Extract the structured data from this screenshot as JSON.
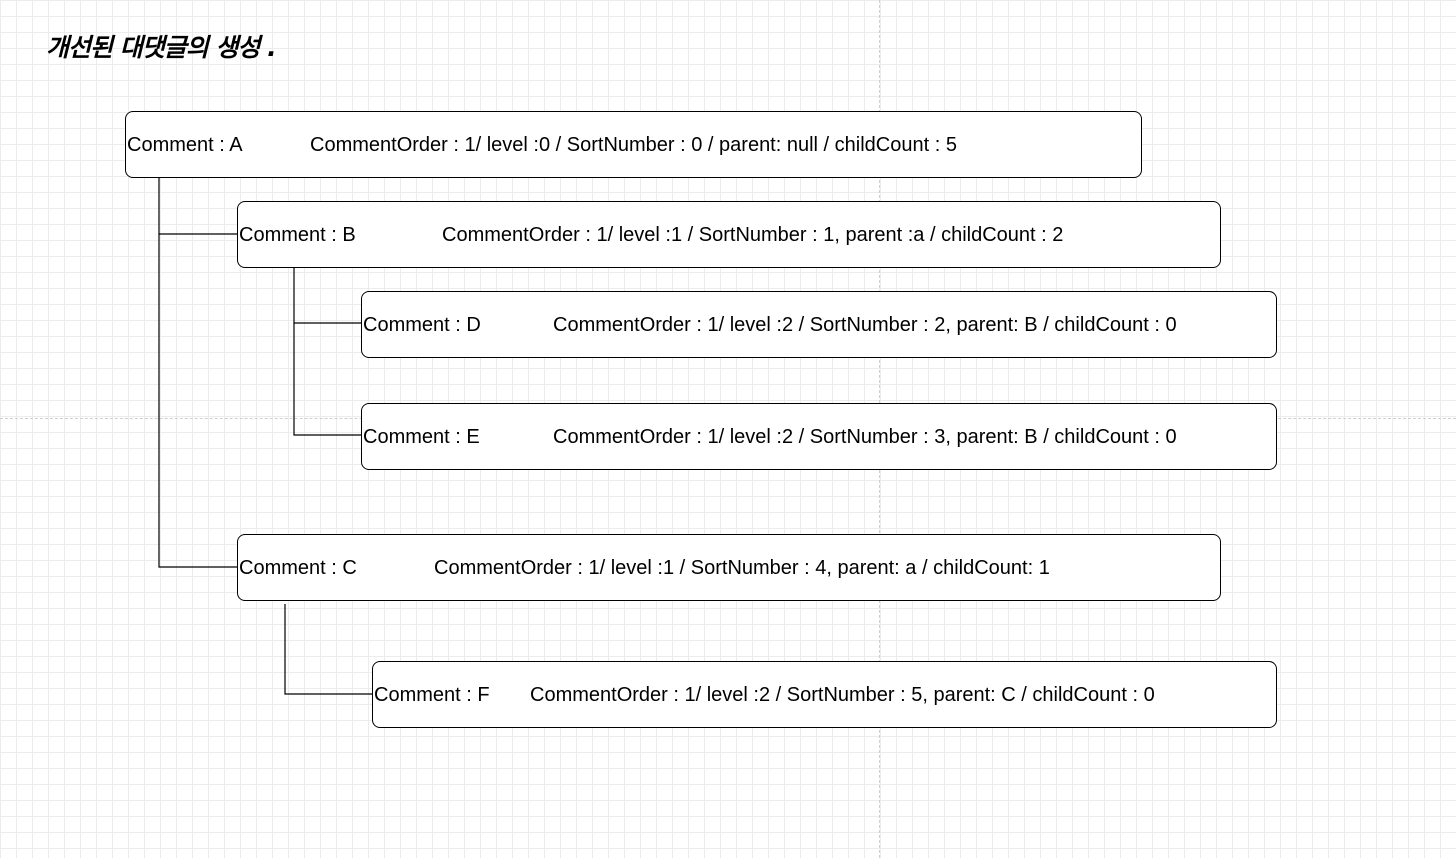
{
  "title": "개선된 대댓글의 생성 .",
  "comments": {
    "a": {
      "name": "Comment : A",
      "detail": "CommentOrder : 1/ level :0 / SortNumber : 0 / parent: null / childCount : 5"
    },
    "b": {
      "name": "Comment : B",
      "detail": "CommentOrder : 1/ level :1 / SortNumber : 1, parent :a / childCount : 2"
    },
    "d": {
      "name": "Comment : D",
      "detail": "CommentOrder : 1/ level :2 / SortNumber : 2, parent: B / childCount : 0"
    },
    "e": {
      "name": "Comment : E",
      "detail": "CommentOrder : 1/ level :2 / SortNumber : 3, parent: B / childCount : 0"
    },
    "c": {
      "name": "Comment : C",
      "detail": "CommentOrder : 1/ level :1 / SortNumber : 4, parent: a / childCount: 1"
    },
    "f": {
      "name": "Comment : F",
      "detail": "CommentOrder : 1/ level :2 / SortNumber : 5, parent: C / childCount : 0"
    }
  }
}
